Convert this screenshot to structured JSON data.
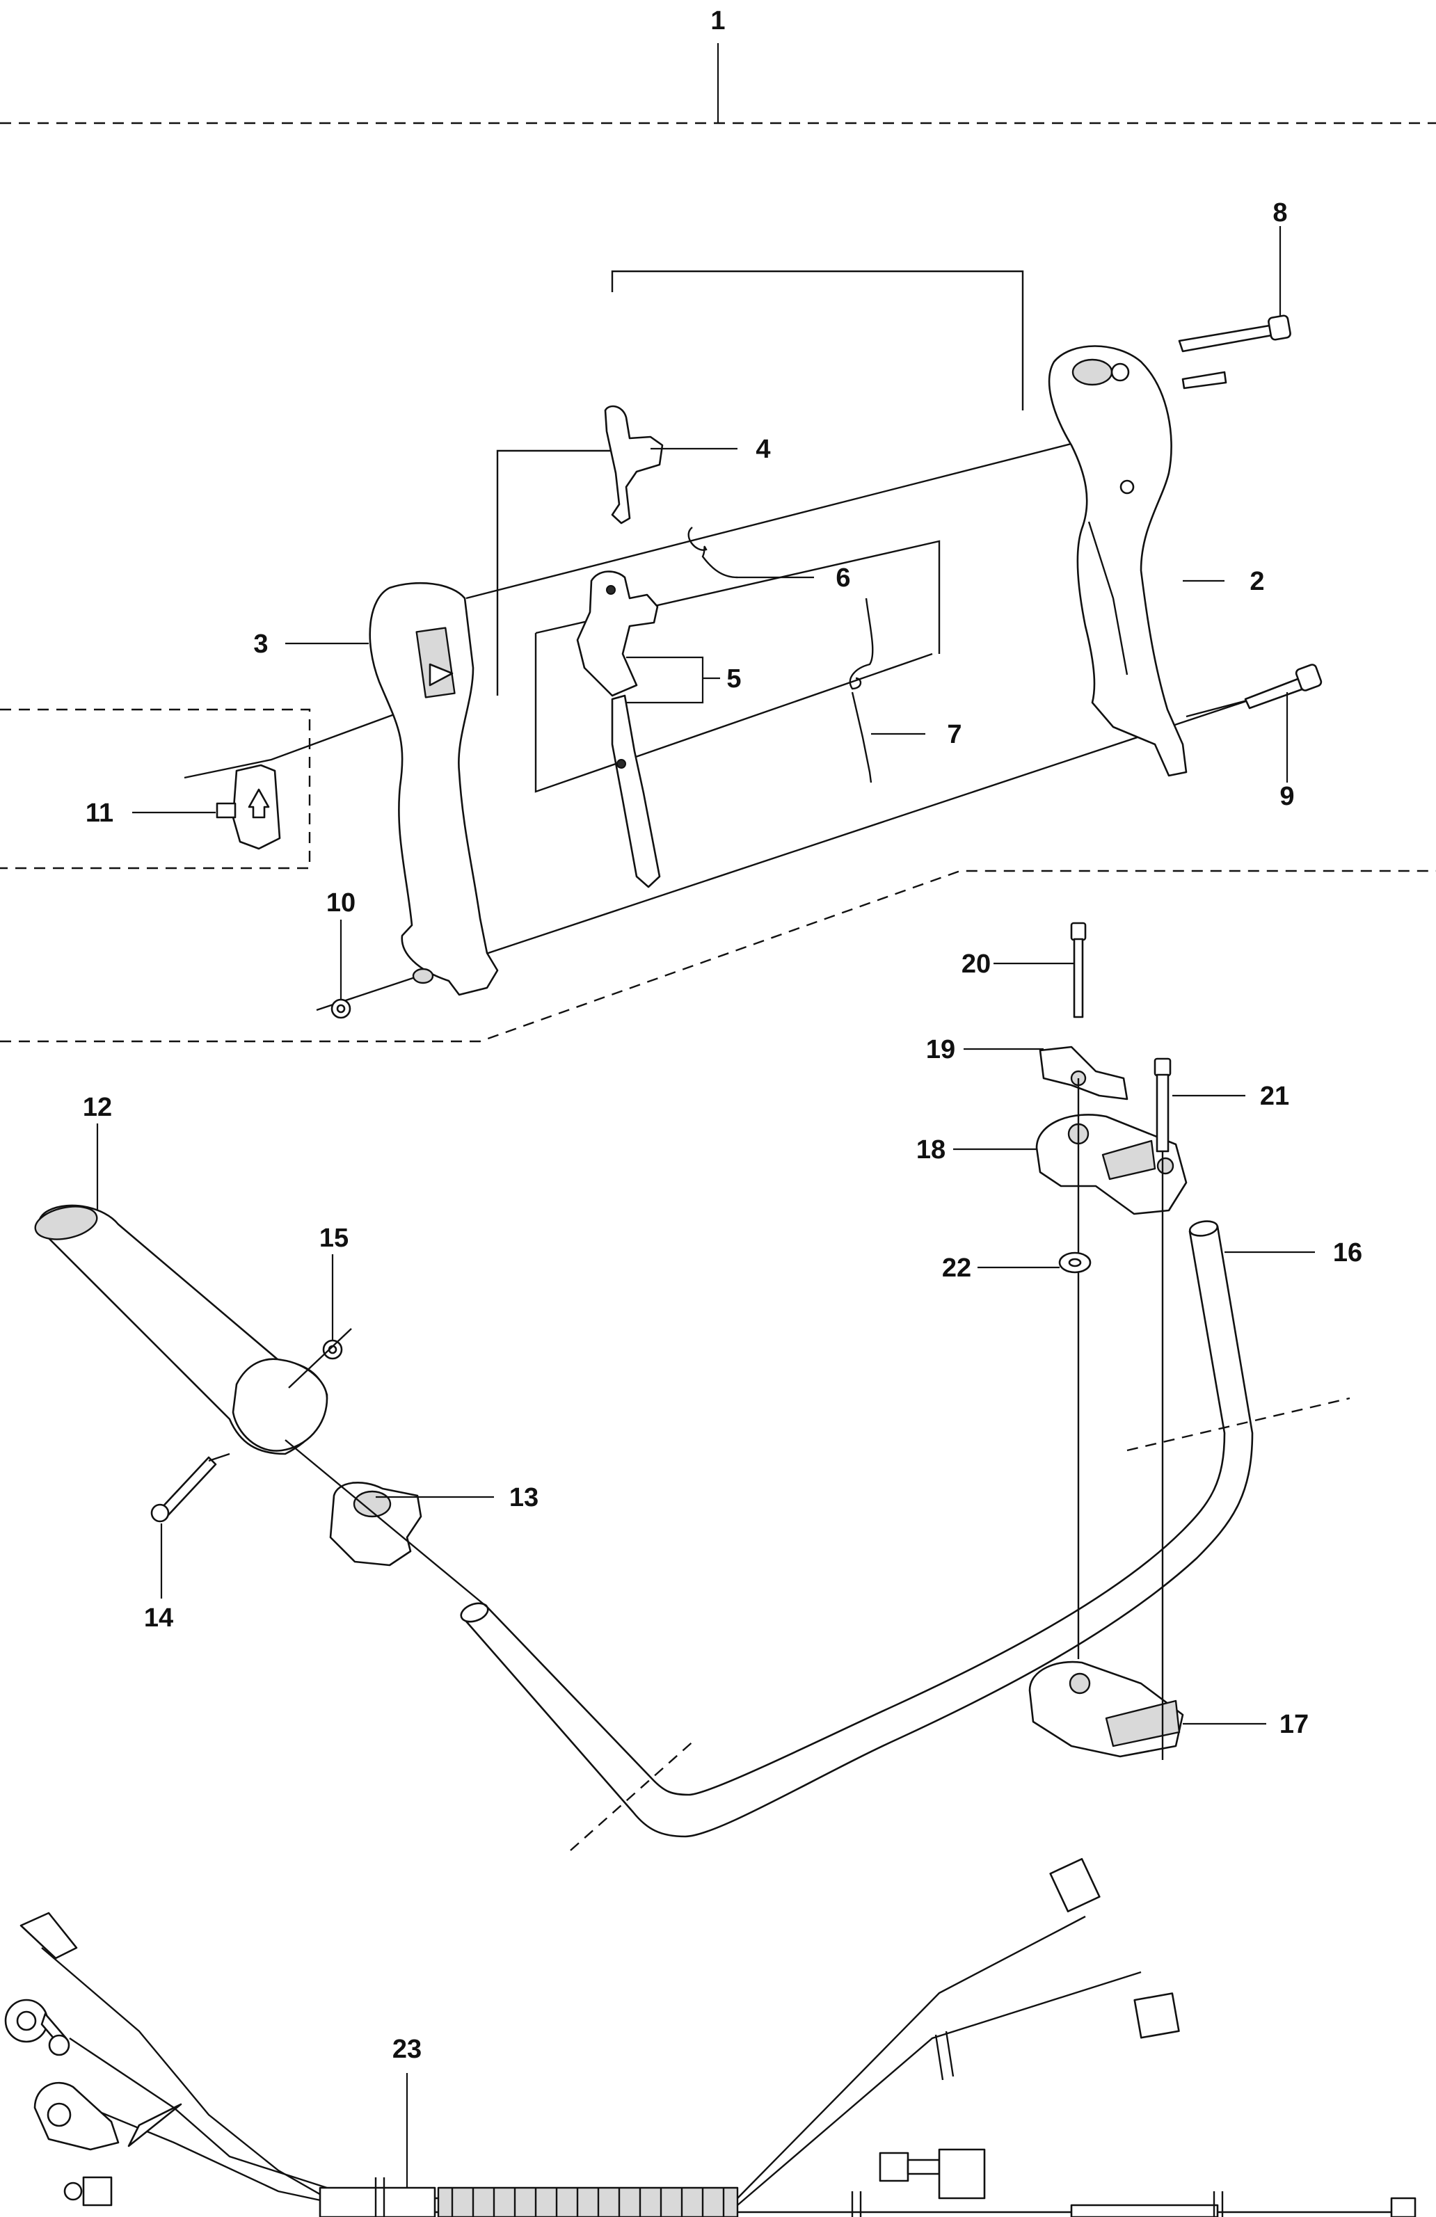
{
  "callouts": {
    "c1": "1",
    "c2": "2",
    "c3": "3",
    "c4": "4",
    "c5": "5",
    "c6": "6",
    "c7": "7",
    "c8": "8",
    "c9": "9",
    "c10": "10",
    "c11": "11",
    "c12": "12",
    "c13": "13",
    "c14": "14",
    "c15": "15",
    "c16": "16",
    "c17": "17",
    "c18": "18",
    "c19": "19",
    "c20": "20",
    "c21": "21",
    "c22": "22",
    "c23": "23"
  },
  "colors": {
    "ink": "#111111",
    "fill": "#ffffff",
    "shade": "#d9d9d9"
  }
}
